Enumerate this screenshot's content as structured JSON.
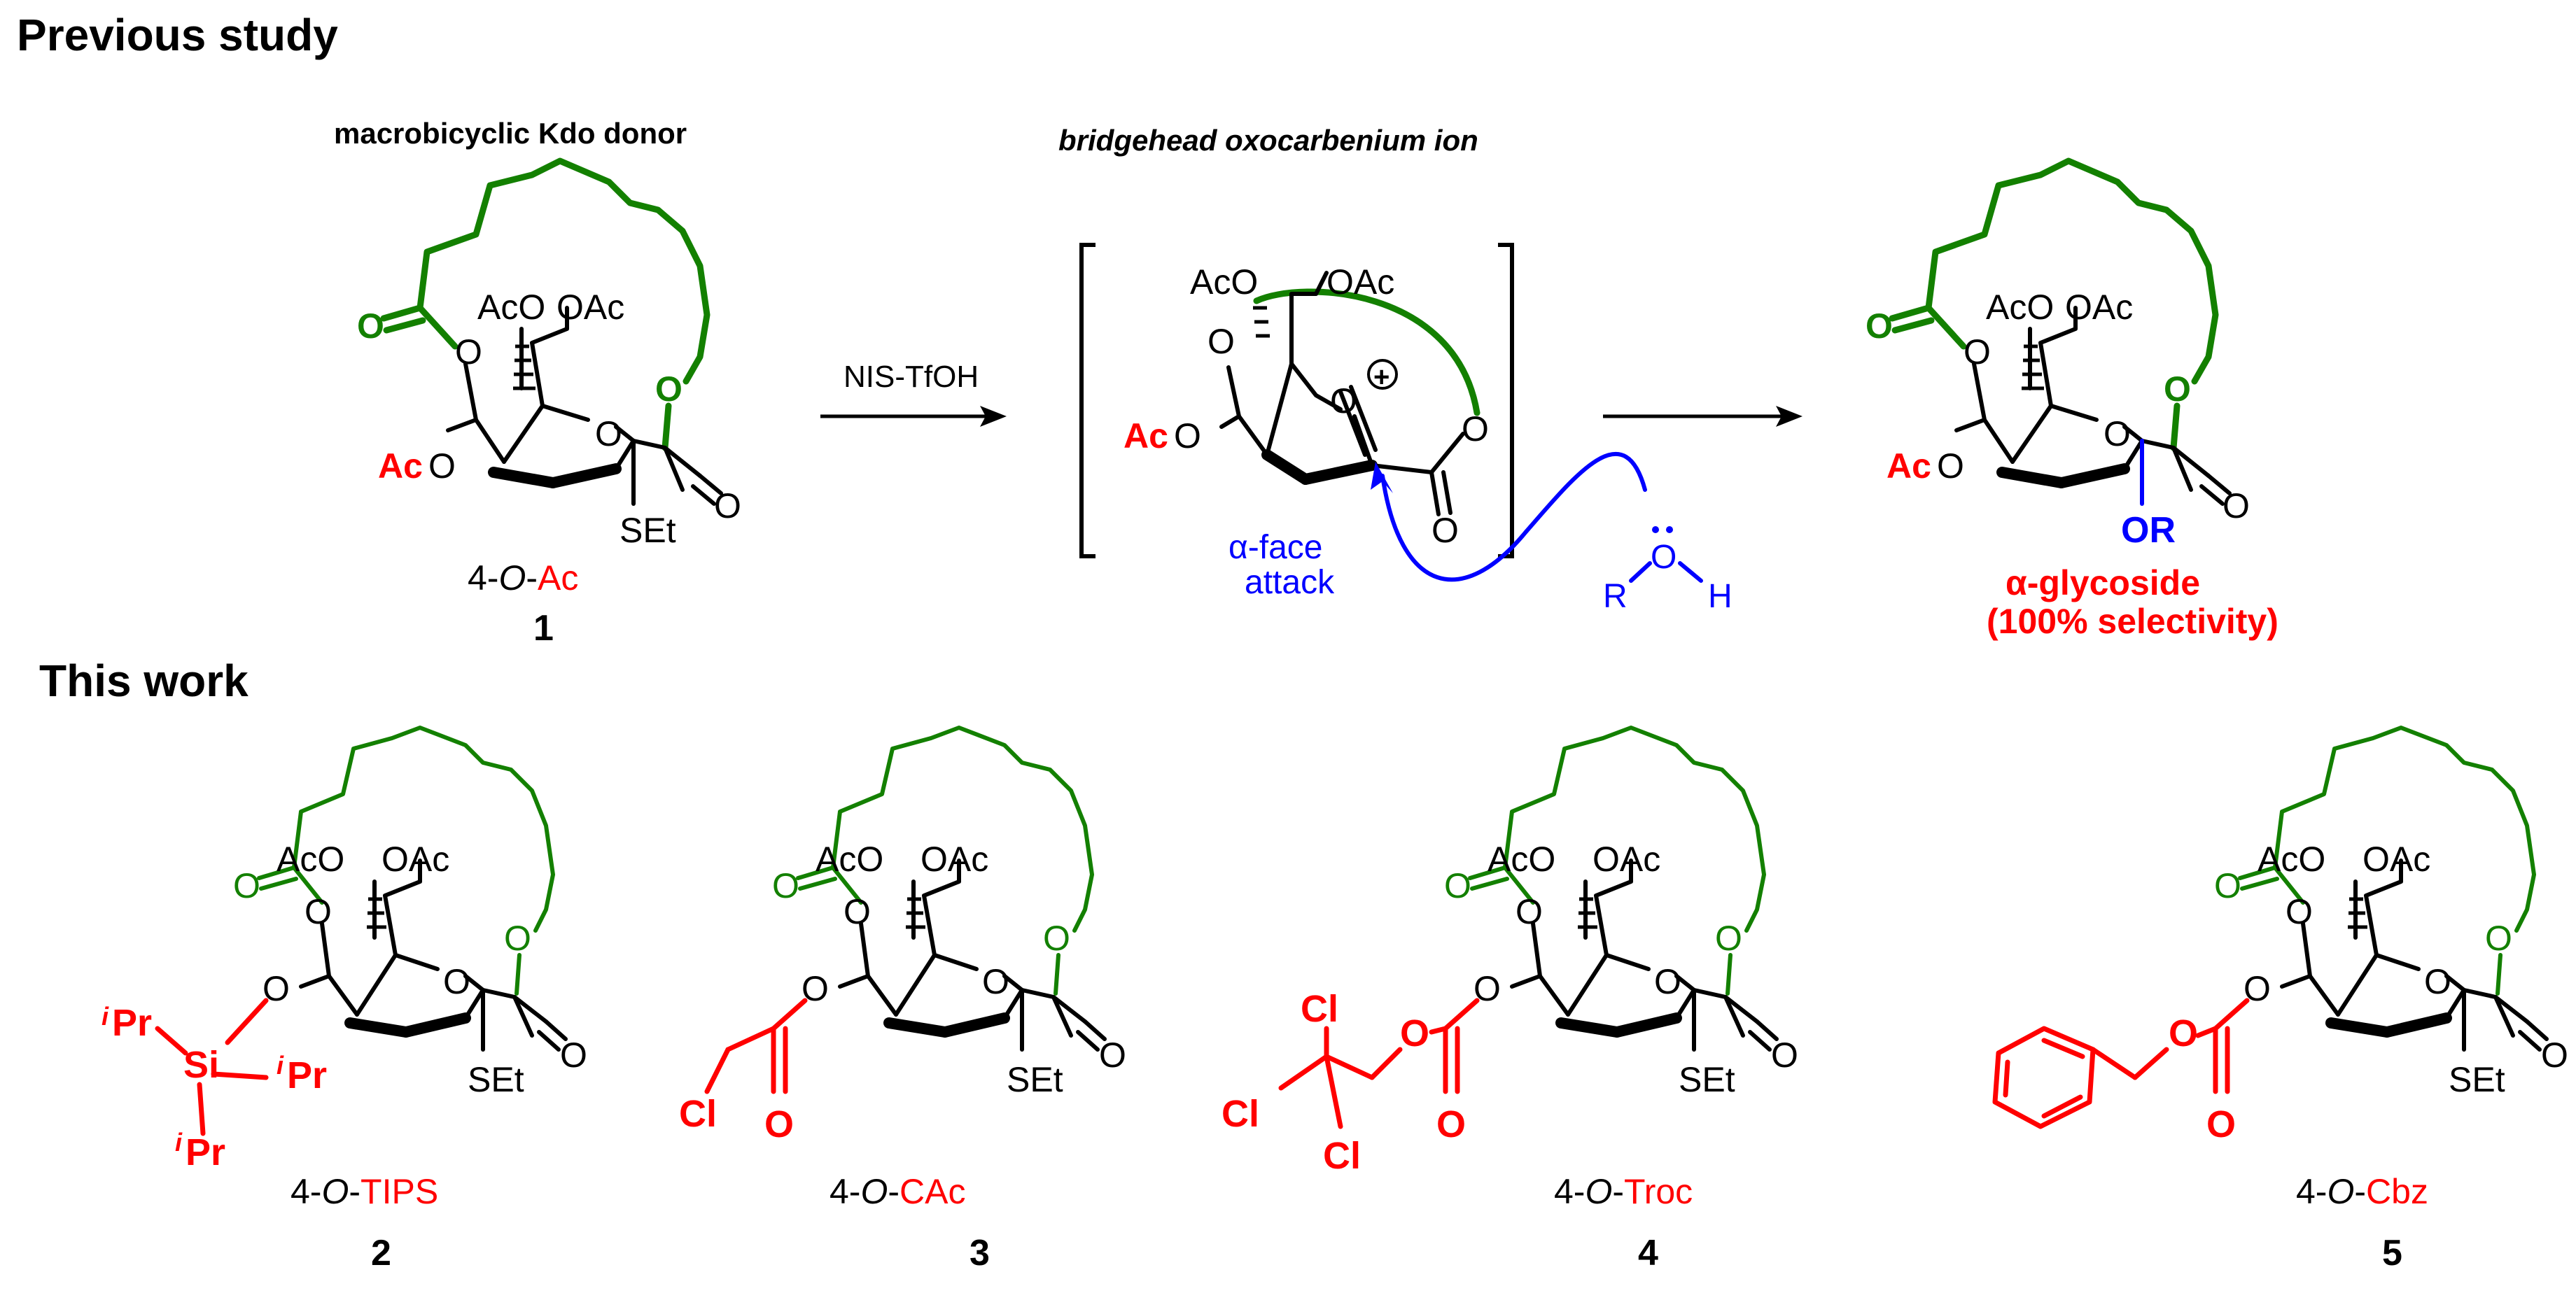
{
  "headings": {
    "previous_study": "Previous study",
    "this_work": "This work"
  },
  "top_row": {
    "donor_caption": "macrobicyclic Kdo donor",
    "intermediate_caption": "bridgehead oxocarbenium ion",
    "reagent": "NIS-TfOH",
    "compound_1": {
      "label_prefix": "4-",
      "label_italic": "O",
      "label_dash": "-",
      "label_group": "Ac",
      "number": "1"
    },
    "attack_line1": "α-face",
    "attack_line2": "attack",
    "nucleophile_r": "R",
    "nucleophile_o": "O",
    "nucleophile_h": "H",
    "product_or": "OR",
    "product_line1": "α-glycoside",
    "product_line2": "(100% selectivity)",
    "plus_sign": "+"
  },
  "atoms": {
    "aco": "AcO",
    "oac": "OAc",
    "o": "O",
    "set": "SEt",
    "ac": "Ac",
    "cl": "Cl",
    "si": "Si",
    "pr": "Pr",
    "i": "i"
  },
  "bottom_row": [
    {
      "prefix": "4-",
      "italic": "O",
      "dash": "-",
      "group": "TIPS",
      "number": "2"
    },
    {
      "prefix": "4-",
      "italic": "O",
      "dash": "-",
      "group": "CAc",
      "number": "3"
    },
    {
      "prefix": "4-",
      "italic": "O",
      "dash": "-",
      "group": "Troc",
      "number": "4"
    },
    {
      "prefix": "4-",
      "italic": "O",
      "dash": "-",
      "group": "Cbz",
      "number": "5"
    }
  ],
  "colors": {
    "chain": "#138000",
    "protecting_group": "#ff0000",
    "nucleophile": "#0000ff",
    "text": "#000000"
  }
}
